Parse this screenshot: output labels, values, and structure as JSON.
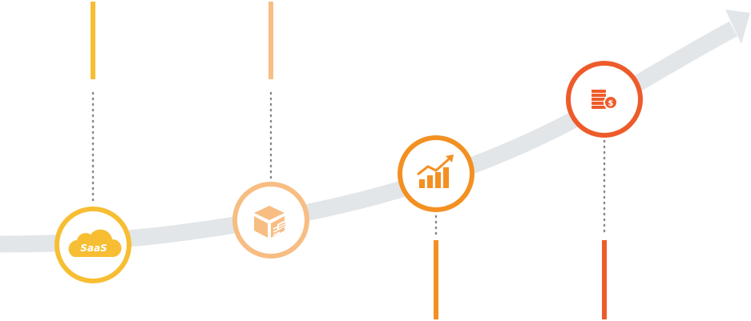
{
  "timeline": {
    "colors": {
      "curve": "#e2e6e9",
      "dots": "#8a8a8a",
      "background": "#ffffff"
    },
    "milestones": [
      {
        "id": "saas",
        "icon": "saas-cloud-icon",
        "icon_text": "SaaS",
        "color": "#f7be33"
      },
      {
        "id": "box",
        "icon": "product-box-icon",
        "color": "#f8bd82"
      },
      {
        "id": "growth",
        "icon": "growth-chart-icon",
        "color": "#f39022"
      },
      {
        "id": "revenue",
        "icon": "coins-dollar-icon",
        "color": "#ee5b2b"
      }
    ]
  }
}
